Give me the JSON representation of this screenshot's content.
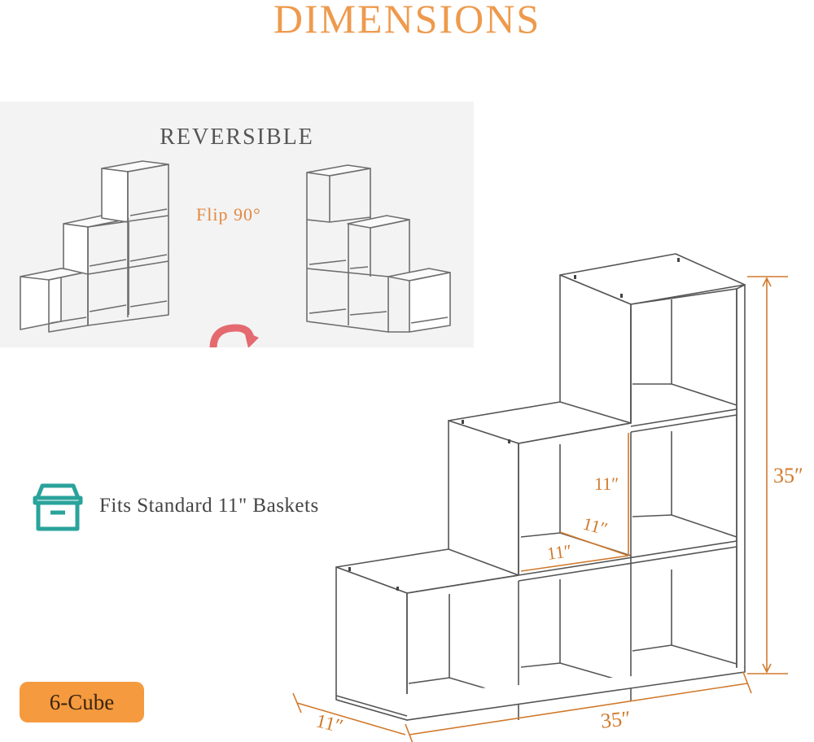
{
  "header": {
    "title": "DIMENSIONS"
  },
  "reversible": {
    "title": "REVERSIBLE",
    "flip_label": "Flip 90°"
  },
  "feature": {
    "basket_text": "Fits Standard 11\" Baskets"
  },
  "badge": {
    "label": "6-Cube"
  },
  "dimensions": {
    "height": "35″",
    "width": "35″",
    "depth": "11″",
    "cube_height": "11″",
    "cube_depth": "11″",
    "cube_width": "11″"
  },
  "colors": {
    "title": "#ee9a4d",
    "dimension": "#d07a2c",
    "badge": "#f59a3e",
    "icon": "#2aa39b",
    "flip_arrow": "#e46a70"
  },
  "icons": {
    "basket": "storage-box-icon",
    "flip": "curved-rotate-arrow-icon"
  }
}
